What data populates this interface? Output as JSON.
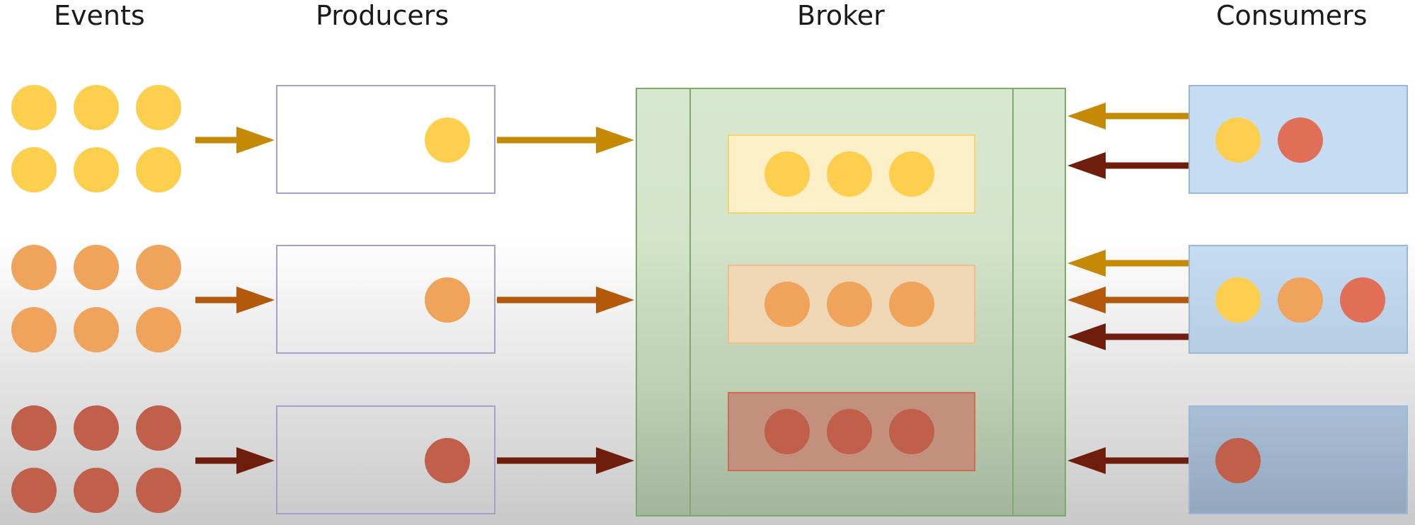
{
  "headings": {
    "events": "Events",
    "producers": "Producers",
    "broker": "Broker",
    "consumers": "Consumers"
  },
  "colors": {
    "yellow": "#fece4f",
    "orange": "#f0a35a",
    "red": "#c0604a",
    "red_consumer": "#df6f56",
    "arrow_yellow": "#c48a05",
    "arrow_orange": "#b3590b",
    "arrow_red": "#6f1d0c",
    "producer_fill": "#d6cfe8",
    "consumer_fill": "#c6dcf3",
    "broker_fill": "#d6e7cd",
    "broker_border": "#7ea96a"
  },
  "event_groups": [
    "yellow",
    "orange",
    "red"
  ],
  "producers": [
    {
      "event": "yellow"
    },
    {
      "event": "orange"
    },
    {
      "event": "red"
    }
  ],
  "partitions": [
    {
      "event": "yellow",
      "count": 3
    },
    {
      "event": "orange",
      "count": 3
    },
    {
      "event": "red",
      "count": 3
    }
  ],
  "consumers": [
    {
      "events": [
        "yellow",
        "red"
      ],
      "arrows": [
        "arrow_yellow",
        "arrow_red"
      ]
    },
    {
      "events": [
        "yellow",
        "orange",
        "red"
      ],
      "arrows": [
        "arrow_yellow",
        "arrow_orange",
        "arrow_red"
      ]
    },
    {
      "events": [
        "red"
      ],
      "arrows": [
        "arrow_red"
      ]
    }
  ]
}
